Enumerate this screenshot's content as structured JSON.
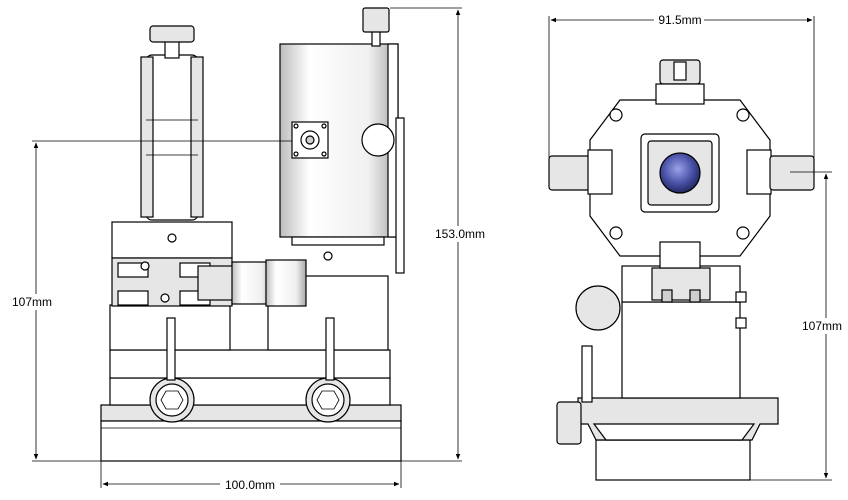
{
  "drawing": {
    "dimensions": {
      "total_height": "153.0mm",
      "left_height": "107mm",
      "base_width": "100.0mm",
      "top_width": "91.5mm",
      "right_height": "107mm"
    }
  }
}
